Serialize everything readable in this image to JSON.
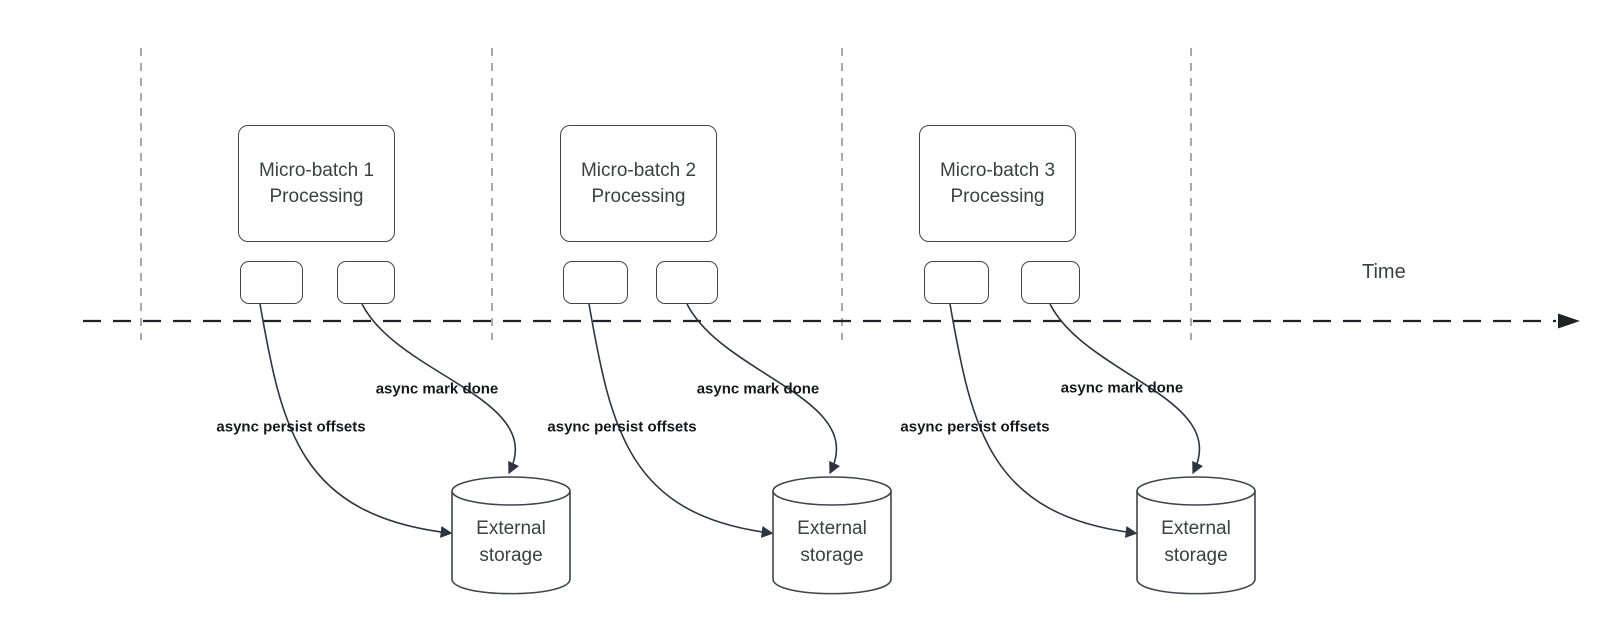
{
  "time_axis_label": "Time",
  "colors": {
    "axis": "#1f2328",
    "divider": "#a9a9a9",
    "arrow": "#2e3440",
    "shape_border": "#40454d",
    "box_text": "#3c4043",
    "label_text": "#16181d",
    "background": "#ffffff"
  },
  "sections": [
    {
      "title_line1": "Micro-batch 1",
      "title_line2": "Processing",
      "persist_label": "async persist offsets",
      "mark_done_label": "async mark done",
      "storage_label": "External storage"
    },
    {
      "title_line1": "Micro-batch 2",
      "title_line2": "Processing",
      "persist_label": "async persist offsets",
      "mark_done_label": "async mark done",
      "storage_label": "External storage"
    },
    {
      "title_line1": "Micro-batch 3",
      "title_line2": "Processing",
      "persist_label": "async persist offsets",
      "mark_done_label": "async mark done",
      "storage_label": "External storage"
    }
  ]
}
